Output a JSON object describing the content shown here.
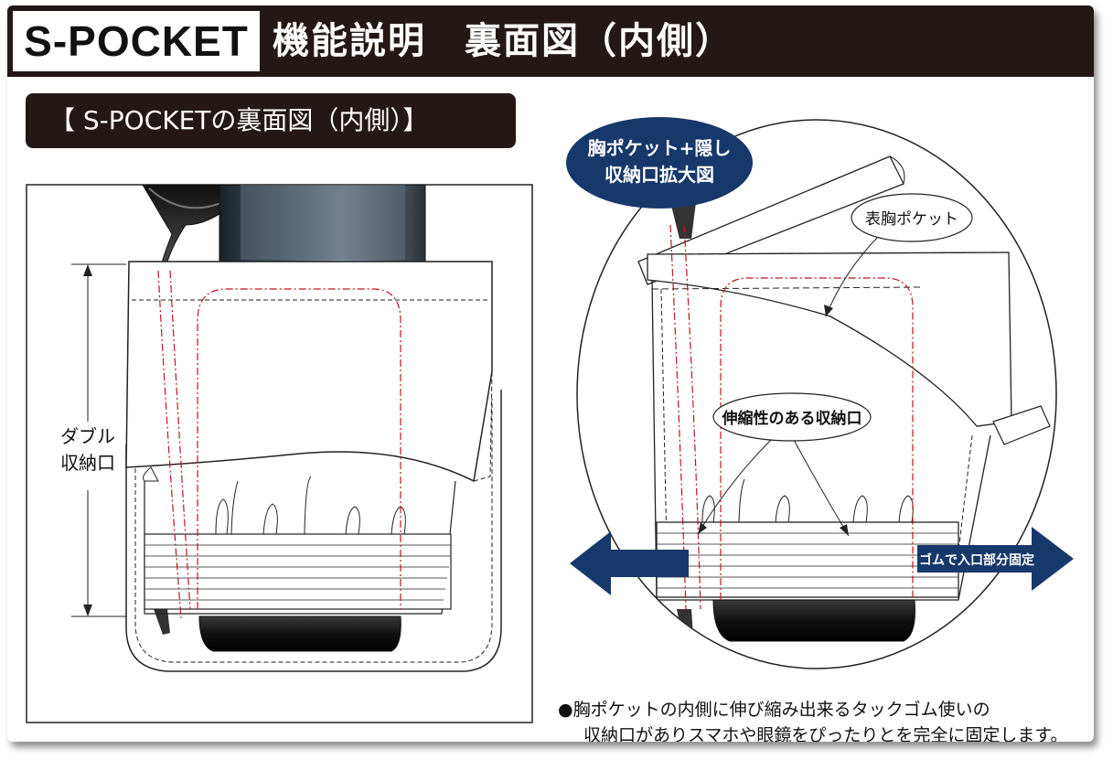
{
  "header": {
    "brand": "S-POCKET",
    "title": "機能説明　裏面図（内側）"
  },
  "subtitle": "【 S-POCKETの裏面図（内側）】",
  "left_panel": {
    "dimension_label_line1": "ダブル",
    "dimension_label_line2": "収納口"
  },
  "right_panel": {
    "zoom_badge_line1": "胸ポケット+隠し",
    "zoom_badge_line2": "収納口拡大図",
    "callout_pocket": "表胸ポケット",
    "callout_stretch": "伸縮性のある収納口",
    "arrow_label": "ゴムで入口部分固定"
  },
  "caption": {
    "line1": "●胸ポケットの内側に伸び縮み出来るタックゴム使いの",
    "line2": "収納口がありスマホや眼鏡をぴったりとを完全に固定します。"
  },
  "colors": {
    "dark": "#231815",
    "navy": "#17386b",
    "red_stitch": "#c0151c"
  }
}
